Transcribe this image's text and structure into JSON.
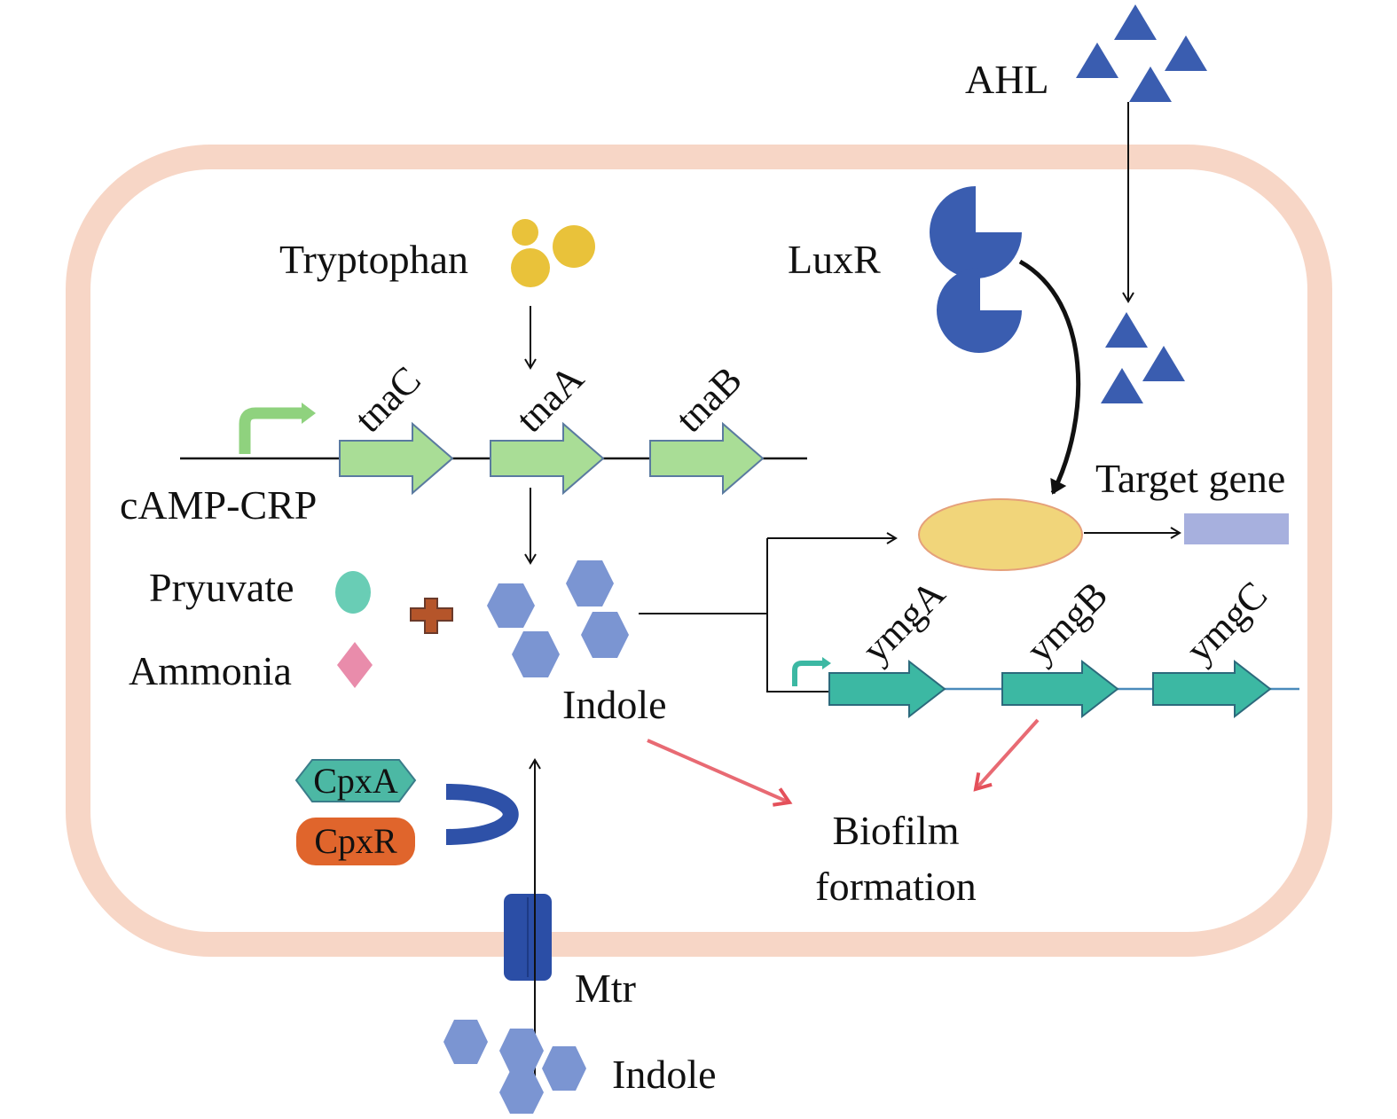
{
  "labels": {
    "ahl": "AHL",
    "luxr": "LuxR",
    "tryptophan": "Tryptophan",
    "camp_crp": "cAMP-CRP",
    "pyruvate": "Pryuvate",
    "ammonia": "Ammonia",
    "indole_inner": "Indole",
    "target_gene": "Target gene",
    "biofilm_line1": "Biofilm",
    "biofilm_line2": "formation",
    "cpxa": "CpxA",
    "cpxr": "CpxR",
    "mtr": "Mtr",
    "indole_outer": "Indole"
  },
  "genes": {
    "tna": [
      "tnaC",
      "tnaA",
      "tnaB"
    ],
    "ymg": [
      "ymgA",
      "ymgB",
      "ymgC"
    ]
  },
  "colors": {
    "membrane": "#f7d6c6",
    "ahl": "#3a5db0",
    "luxr": "#3a5db0",
    "tryptophan": "#e9c23a",
    "tna_gene": "#a9dd96",
    "ymg_gene": "#3cb8a3",
    "indole": "#7b95d2",
    "pyruvate": "#69cdb5",
    "ammonia": "#e98cab",
    "plus": "#b5552a",
    "complex": "#f1d57a",
    "target_gene": "#a7b0de",
    "biofilm_arrow": "#e4505a",
    "cpxa": "#4cb8a4",
    "cpxr": "#e0652c",
    "mtr": "#2b4ea6"
  }
}
